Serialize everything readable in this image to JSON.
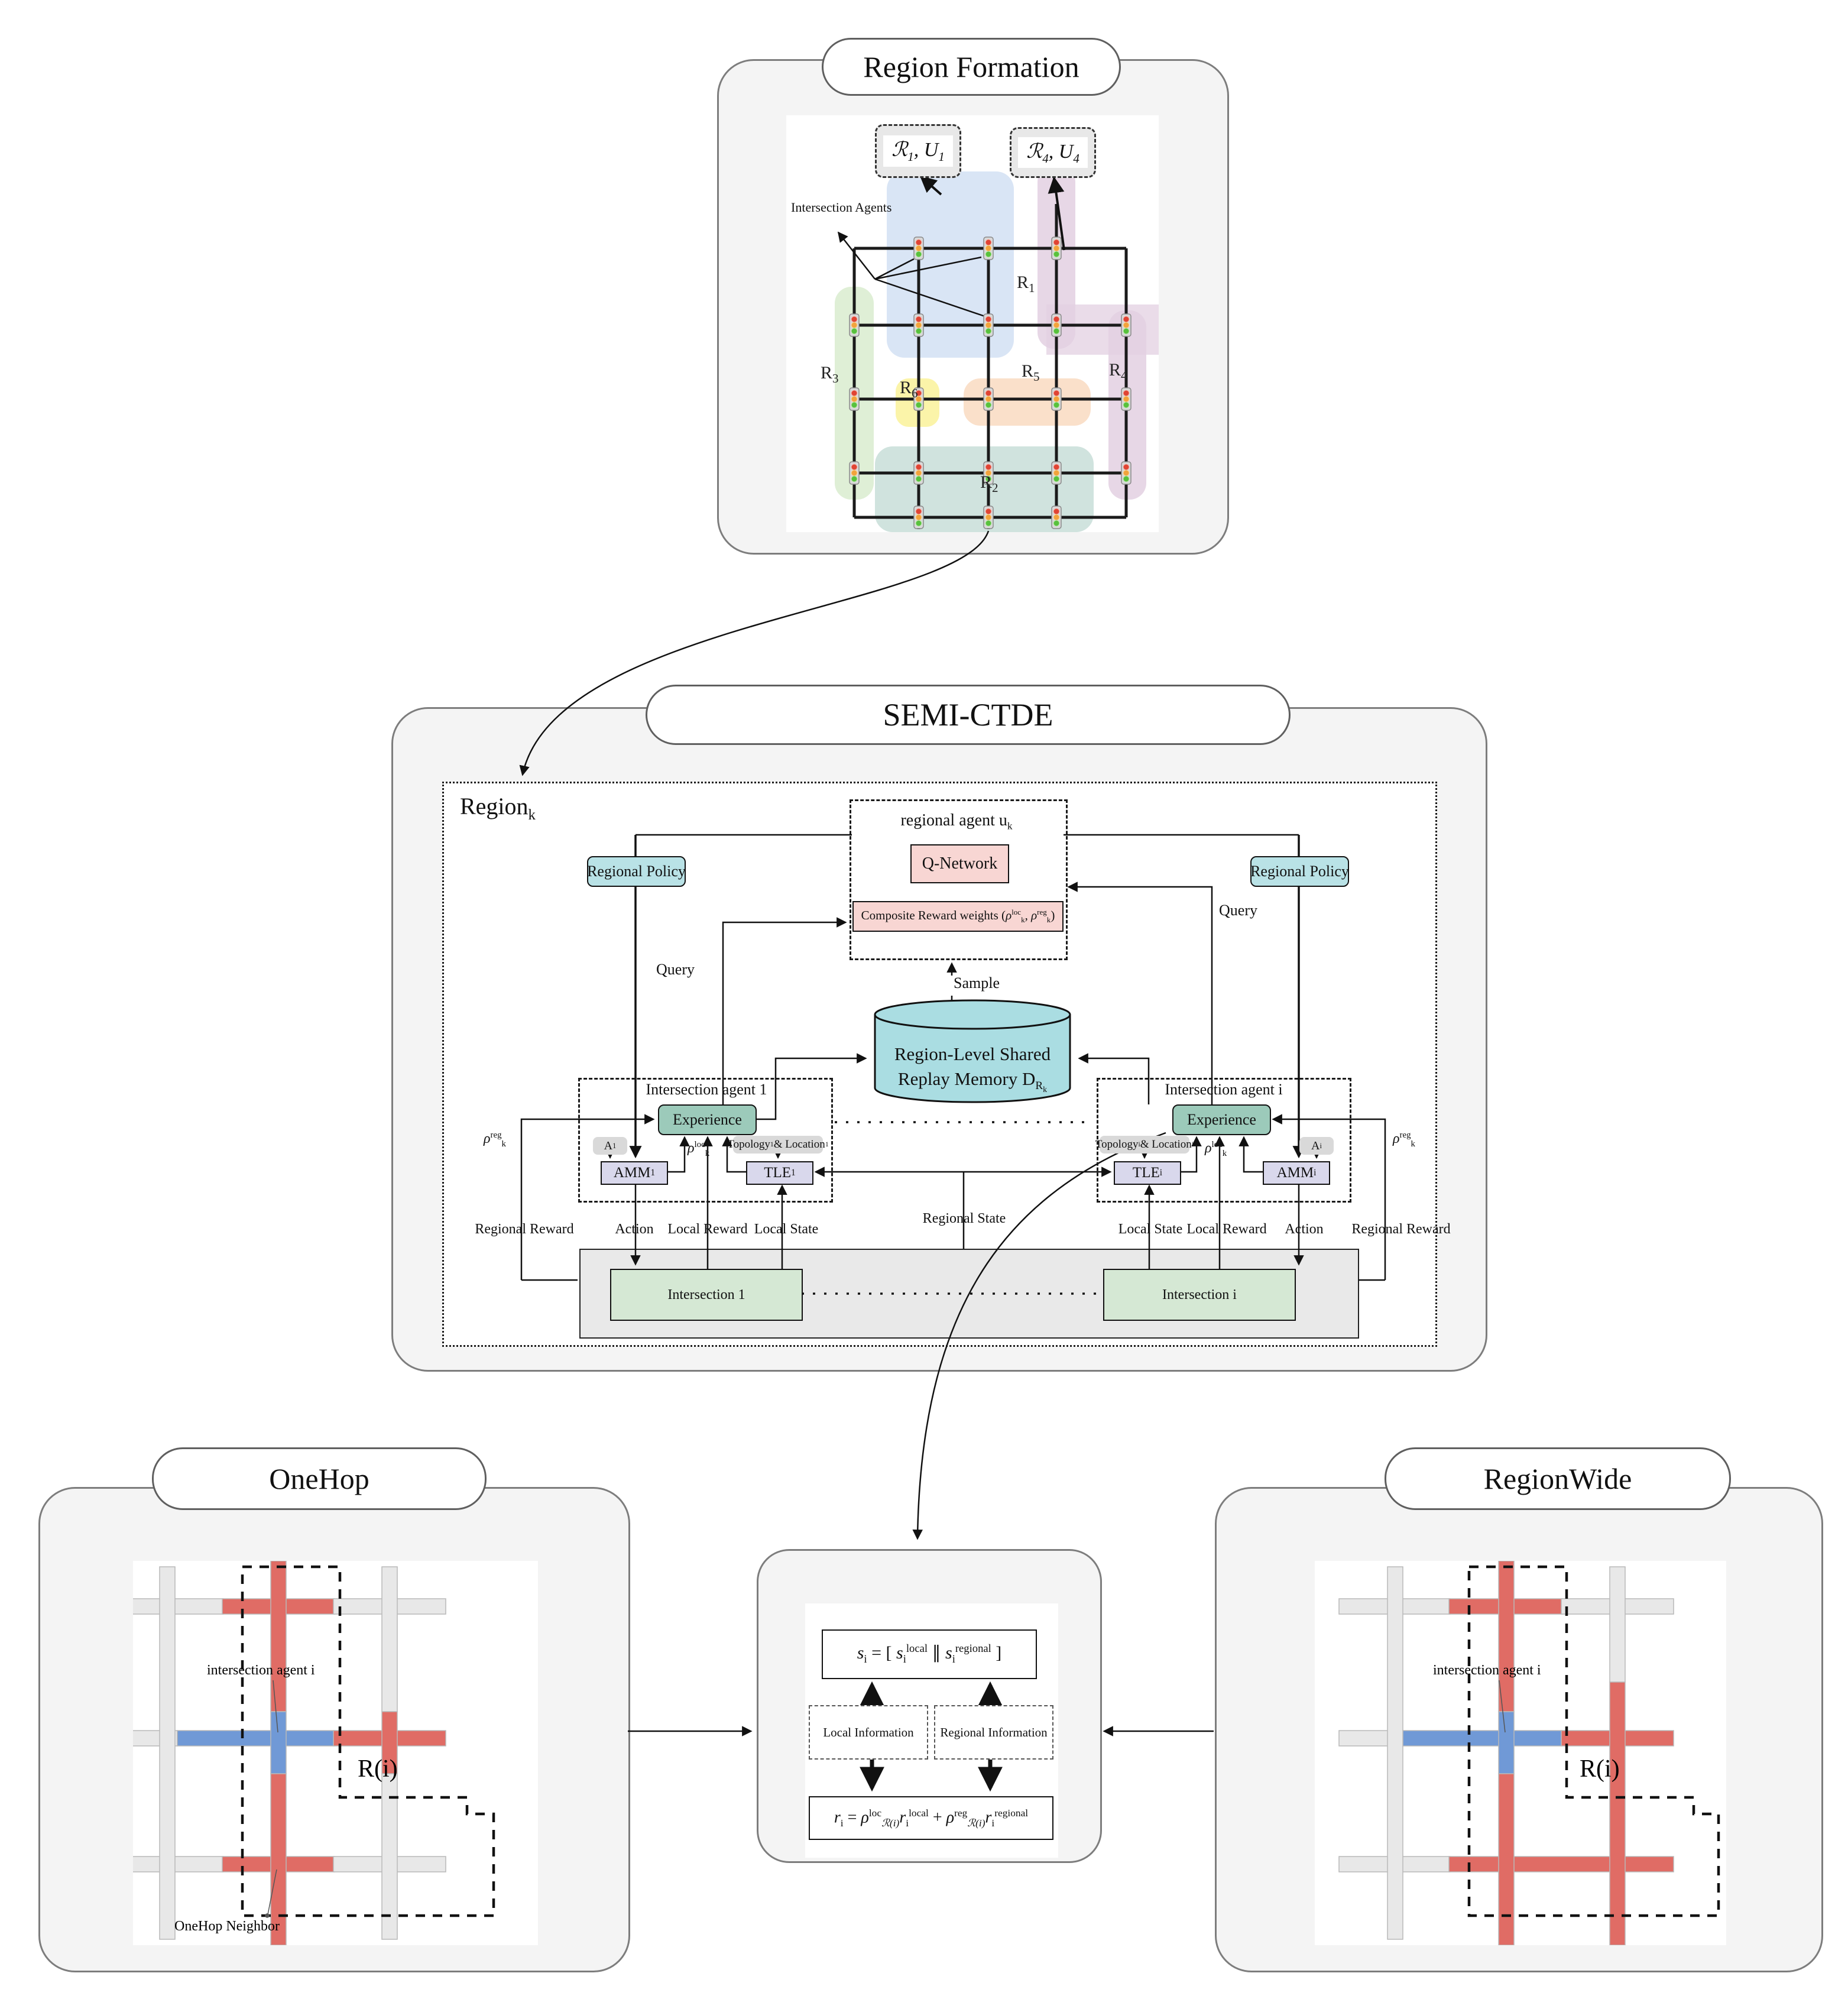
{
  "colors": {
    "panel_bg": "#f4f4f4",
    "accent_pink": "#f8d6d3",
    "accent_cyan": "#b9e2e6",
    "experience_teal": "#9ccaba",
    "module_lavender": "#d9d8ec",
    "memory_cyan": "#aadde2",
    "intersection_green": "#d5e8d4",
    "road_red": "#e06c65",
    "road_blue": "#7099d6",
    "road_gray": "#e8e8e8",
    "region1": "#cfdff3",
    "region2": "#cbe0da",
    "region3": "#d9eccf",
    "region4": "#e3d0e2",
    "region5": "#f9ddc4",
    "region6": "#fbf3a0"
  },
  "region_formation": {
    "title": "Region Formation",
    "agents_label": "Intersection Agents",
    "box1": {
      "r": "ℛ",
      "rsub": "1",
      "mid": ", U",
      "usub": "1"
    },
    "box4": {
      "r": "ℛ",
      "rsub": "4",
      "mid": ", U",
      "usub": "4"
    },
    "regions": {
      "r1": {
        "base": "R",
        "sub": "1"
      },
      "r2": {
        "base": "R",
        "sub": "2"
      },
      "r3": {
        "base": "R",
        "sub": "3"
      },
      "r4": {
        "base": "R",
        "sub": "4"
      },
      "r5": {
        "base": "R",
        "sub": "5"
      },
      "r6": {
        "base": "R",
        "sub": "6"
      }
    }
  },
  "semi": {
    "title": "SEMI-CTDE",
    "region_label": {
      "base": "Region",
      "sub": "k"
    },
    "agent_box": {
      "label": "regional agent u",
      "sub": "k"
    },
    "qnetwork": "Q-Network",
    "composite": {
      "pre": "Composite Reward weights (",
      "rho": "ρ",
      "sup1": "loc",
      "sub1": "k",
      "comma": ", ",
      "sup2": "reg",
      "sub2": "k",
      "post": ")"
    },
    "sample": "Sample",
    "memory": {
      "line1": "Region-Level Shared",
      "line2": "Replay Memory D",
      "rsub": "R",
      "ksub": "k"
    },
    "regional_policy": "Regional Policy",
    "query": "Query",
    "rho": {
      "rho": "ρ",
      "loc": "loc",
      "reg": "reg",
      "k": "k"
    },
    "agent1": {
      "title": "Intersection agent 1",
      "experience": "Experience",
      "a": {
        "base": "A",
        "sub": "1"
      },
      "amm": {
        "base": "AMM",
        "sub": "1"
      },
      "topo": {
        "t": "Topology",
        "tsub": "1",
        "amp": " & Location",
        "lsub": "1"
      },
      "tle": {
        "base": "TLE",
        "sub": "1"
      }
    },
    "agenti": {
      "title": "Intersection agent i",
      "experience": "Experience",
      "a": {
        "base": "A",
        "sub": "i"
      },
      "amm": {
        "base": "AMM",
        "sub": "i"
      },
      "topo": {
        "t": "Topology",
        "tsub": "i",
        "amp": " & Location",
        "lsub": "i"
      },
      "tle": {
        "base": "TLE",
        "sub": "i"
      }
    },
    "labels": {
      "regional_reward": "Regional Reward",
      "action": "Action",
      "local_reward": "Local Reward",
      "local_state": "Local State",
      "regional_state": "Regional State"
    },
    "intersection1": "Intersection 1",
    "intersectioni": "Intersection i"
  },
  "onehop": {
    "title": "OneHop",
    "agent_label": "intersection agent i",
    "region_label": "R(i)",
    "neighbor_label": "OneHop Neighbor"
  },
  "regionwide": {
    "title": "RegionWide",
    "agent_label": "intersection agent i",
    "region_label": "R(i)"
  },
  "fusion": {
    "state": {
      "lhs": "s",
      "lhs_sub": "i",
      "eq": "=",
      "open": "[",
      "s": "s",
      "sub": "i",
      "sup_local": "local",
      "par": "∥",
      "sup_regional": "regional",
      "close": "]"
    },
    "local_info": "Local Information",
    "regional_info": "Regional Information",
    "reward": {
      "lhs": "r",
      "lhs_sub": "i",
      "eq": "=",
      "rho": "ρ",
      "loc": "loc",
      "reg": "reg",
      "rsub": "ℛ(i)",
      "r": "r",
      "rsubi": "i",
      "local": "local",
      "plus": "+",
      "regional": "regional"
    }
  }
}
